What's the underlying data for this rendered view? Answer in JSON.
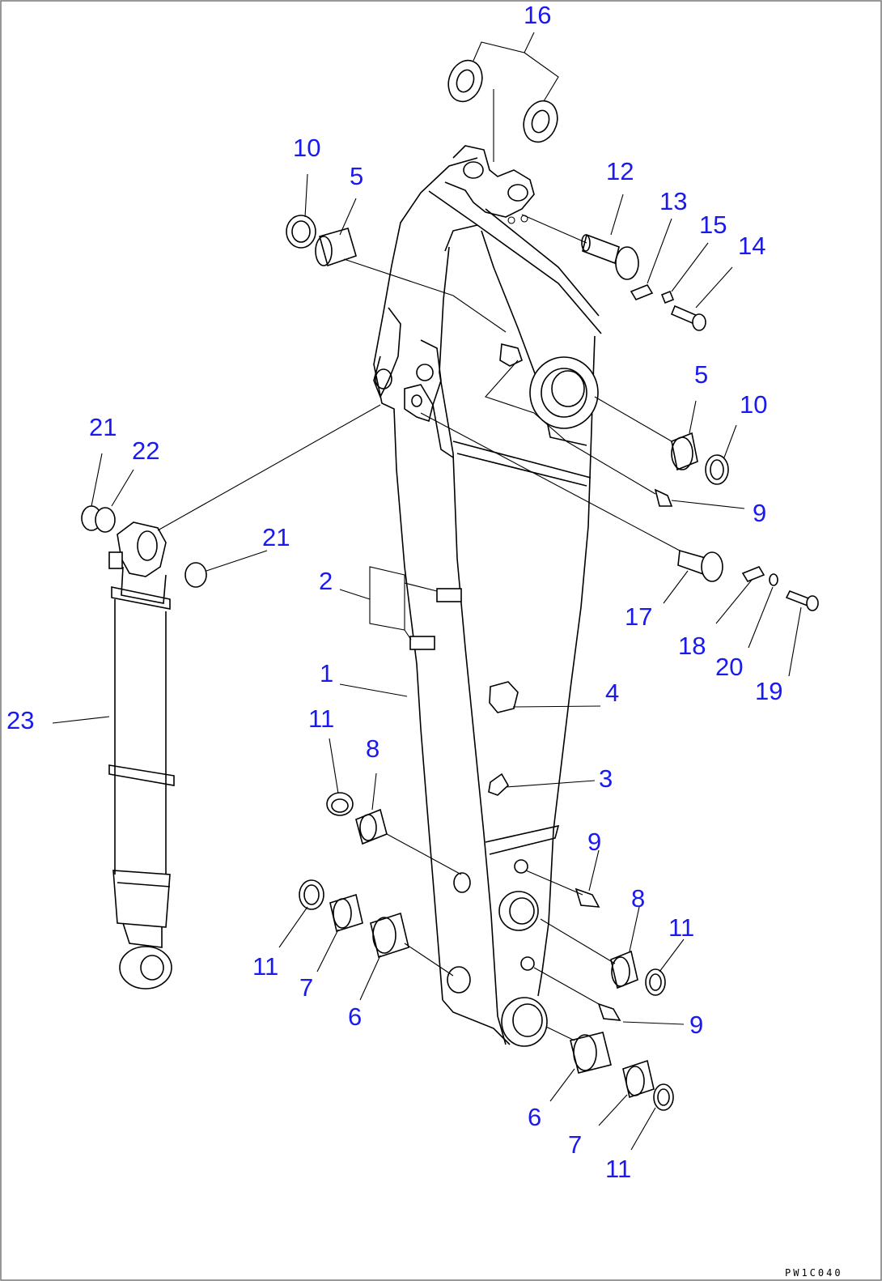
{
  "figure_code": "PW1C040",
  "callouts": [
    {
      "id": "c16",
      "text": "16"
    },
    {
      "id": "c10a",
      "text": "10"
    },
    {
      "id": "c5a",
      "text": "5"
    },
    {
      "id": "c12",
      "text": "12"
    },
    {
      "id": "c13",
      "text": "13"
    },
    {
      "id": "c15",
      "text": "15"
    },
    {
      "id": "c14",
      "text": "14"
    },
    {
      "id": "c5b",
      "text": "5"
    },
    {
      "id": "c10b",
      "text": "10"
    },
    {
      "id": "c21a",
      "text": "21"
    },
    {
      "id": "c22",
      "text": "22"
    },
    {
      "id": "c21b",
      "text": "21"
    },
    {
      "id": "c9a",
      "text": "9"
    },
    {
      "id": "c2",
      "text": "2"
    },
    {
      "id": "c17",
      "text": "17"
    },
    {
      "id": "c18",
      "text": "18"
    },
    {
      "id": "c20",
      "text": "20"
    },
    {
      "id": "c19",
      "text": "19"
    },
    {
      "id": "c1",
      "text": "1"
    },
    {
      "id": "c4",
      "text": "4"
    },
    {
      "id": "c23",
      "text": "23"
    },
    {
      "id": "c11a",
      "text": "11"
    },
    {
      "id": "c8a",
      "text": "8"
    },
    {
      "id": "c3",
      "text": "3"
    },
    {
      "id": "c9b",
      "text": "9"
    },
    {
      "id": "c8b",
      "text": "8"
    },
    {
      "id": "c11b",
      "text": "11"
    },
    {
      "id": "c11c",
      "text": "11"
    },
    {
      "id": "c7a",
      "text": "7"
    },
    {
      "id": "c6a",
      "text": "6"
    },
    {
      "id": "c9c",
      "text": "9"
    },
    {
      "id": "c6b",
      "text": "6"
    },
    {
      "id": "c7b",
      "text": "7"
    },
    {
      "id": "c11d",
      "text": "11"
    }
  ]
}
